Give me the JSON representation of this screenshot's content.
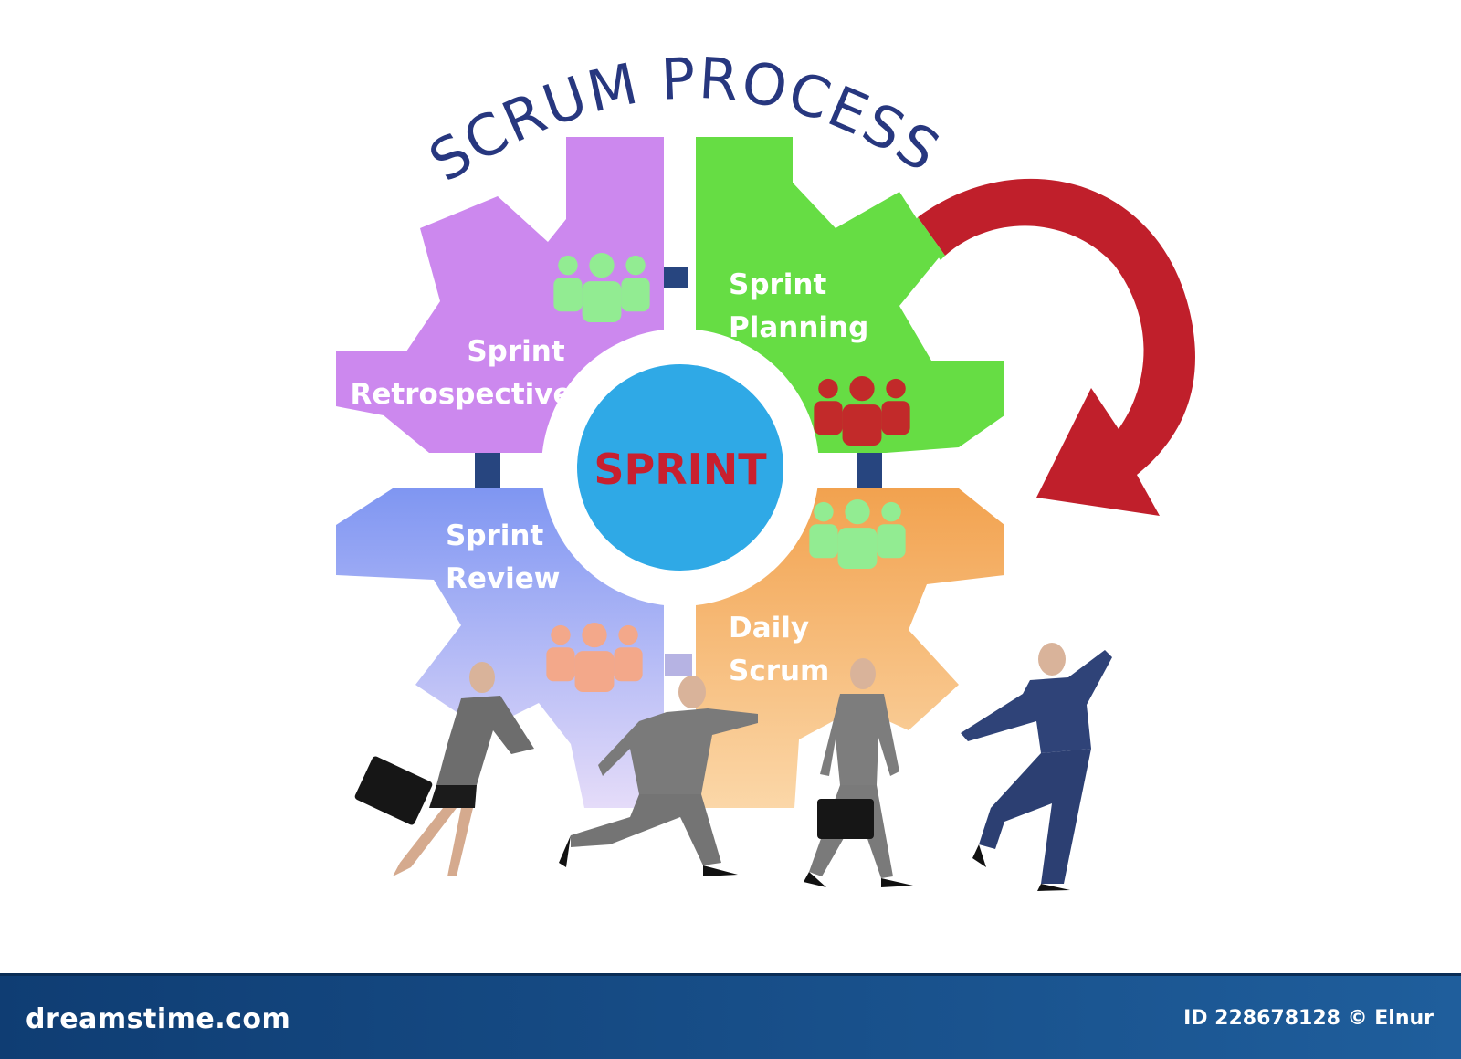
{
  "title": "SCRUM PROCESS",
  "center": {
    "label": "SPRINT",
    "color": "#c8202f",
    "fill": "#2fa9e6"
  },
  "stages": [
    {
      "line1": "Sprint",
      "line2": "Retrospective",
      "color": "#cc88ee",
      "icon": "team-icon"
    },
    {
      "line1": "Sprint",
      "line2": "Planning",
      "color": "#66dd44",
      "icon": "team-icon"
    },
    {
      "line1": "Sprint",
      "line2": "Review",
      "color": "#7f96f2",
      "icon": "team-icon"
    },
    {
      "line1": "Daily",
      "line2": "Scrum",
      "color": "#f2a24f",
      "icon": "team-icon"
    }
  ],
  "arrow": {
    "color": "#c01f2b",
    "icon": "cycle-arrow-icon"
  },
  "title_color": "#27377f",
  "footer": {
    "brand": "dreamstime.com",
    "image_id": "ID 228678128 © Elnur"
  }
}
